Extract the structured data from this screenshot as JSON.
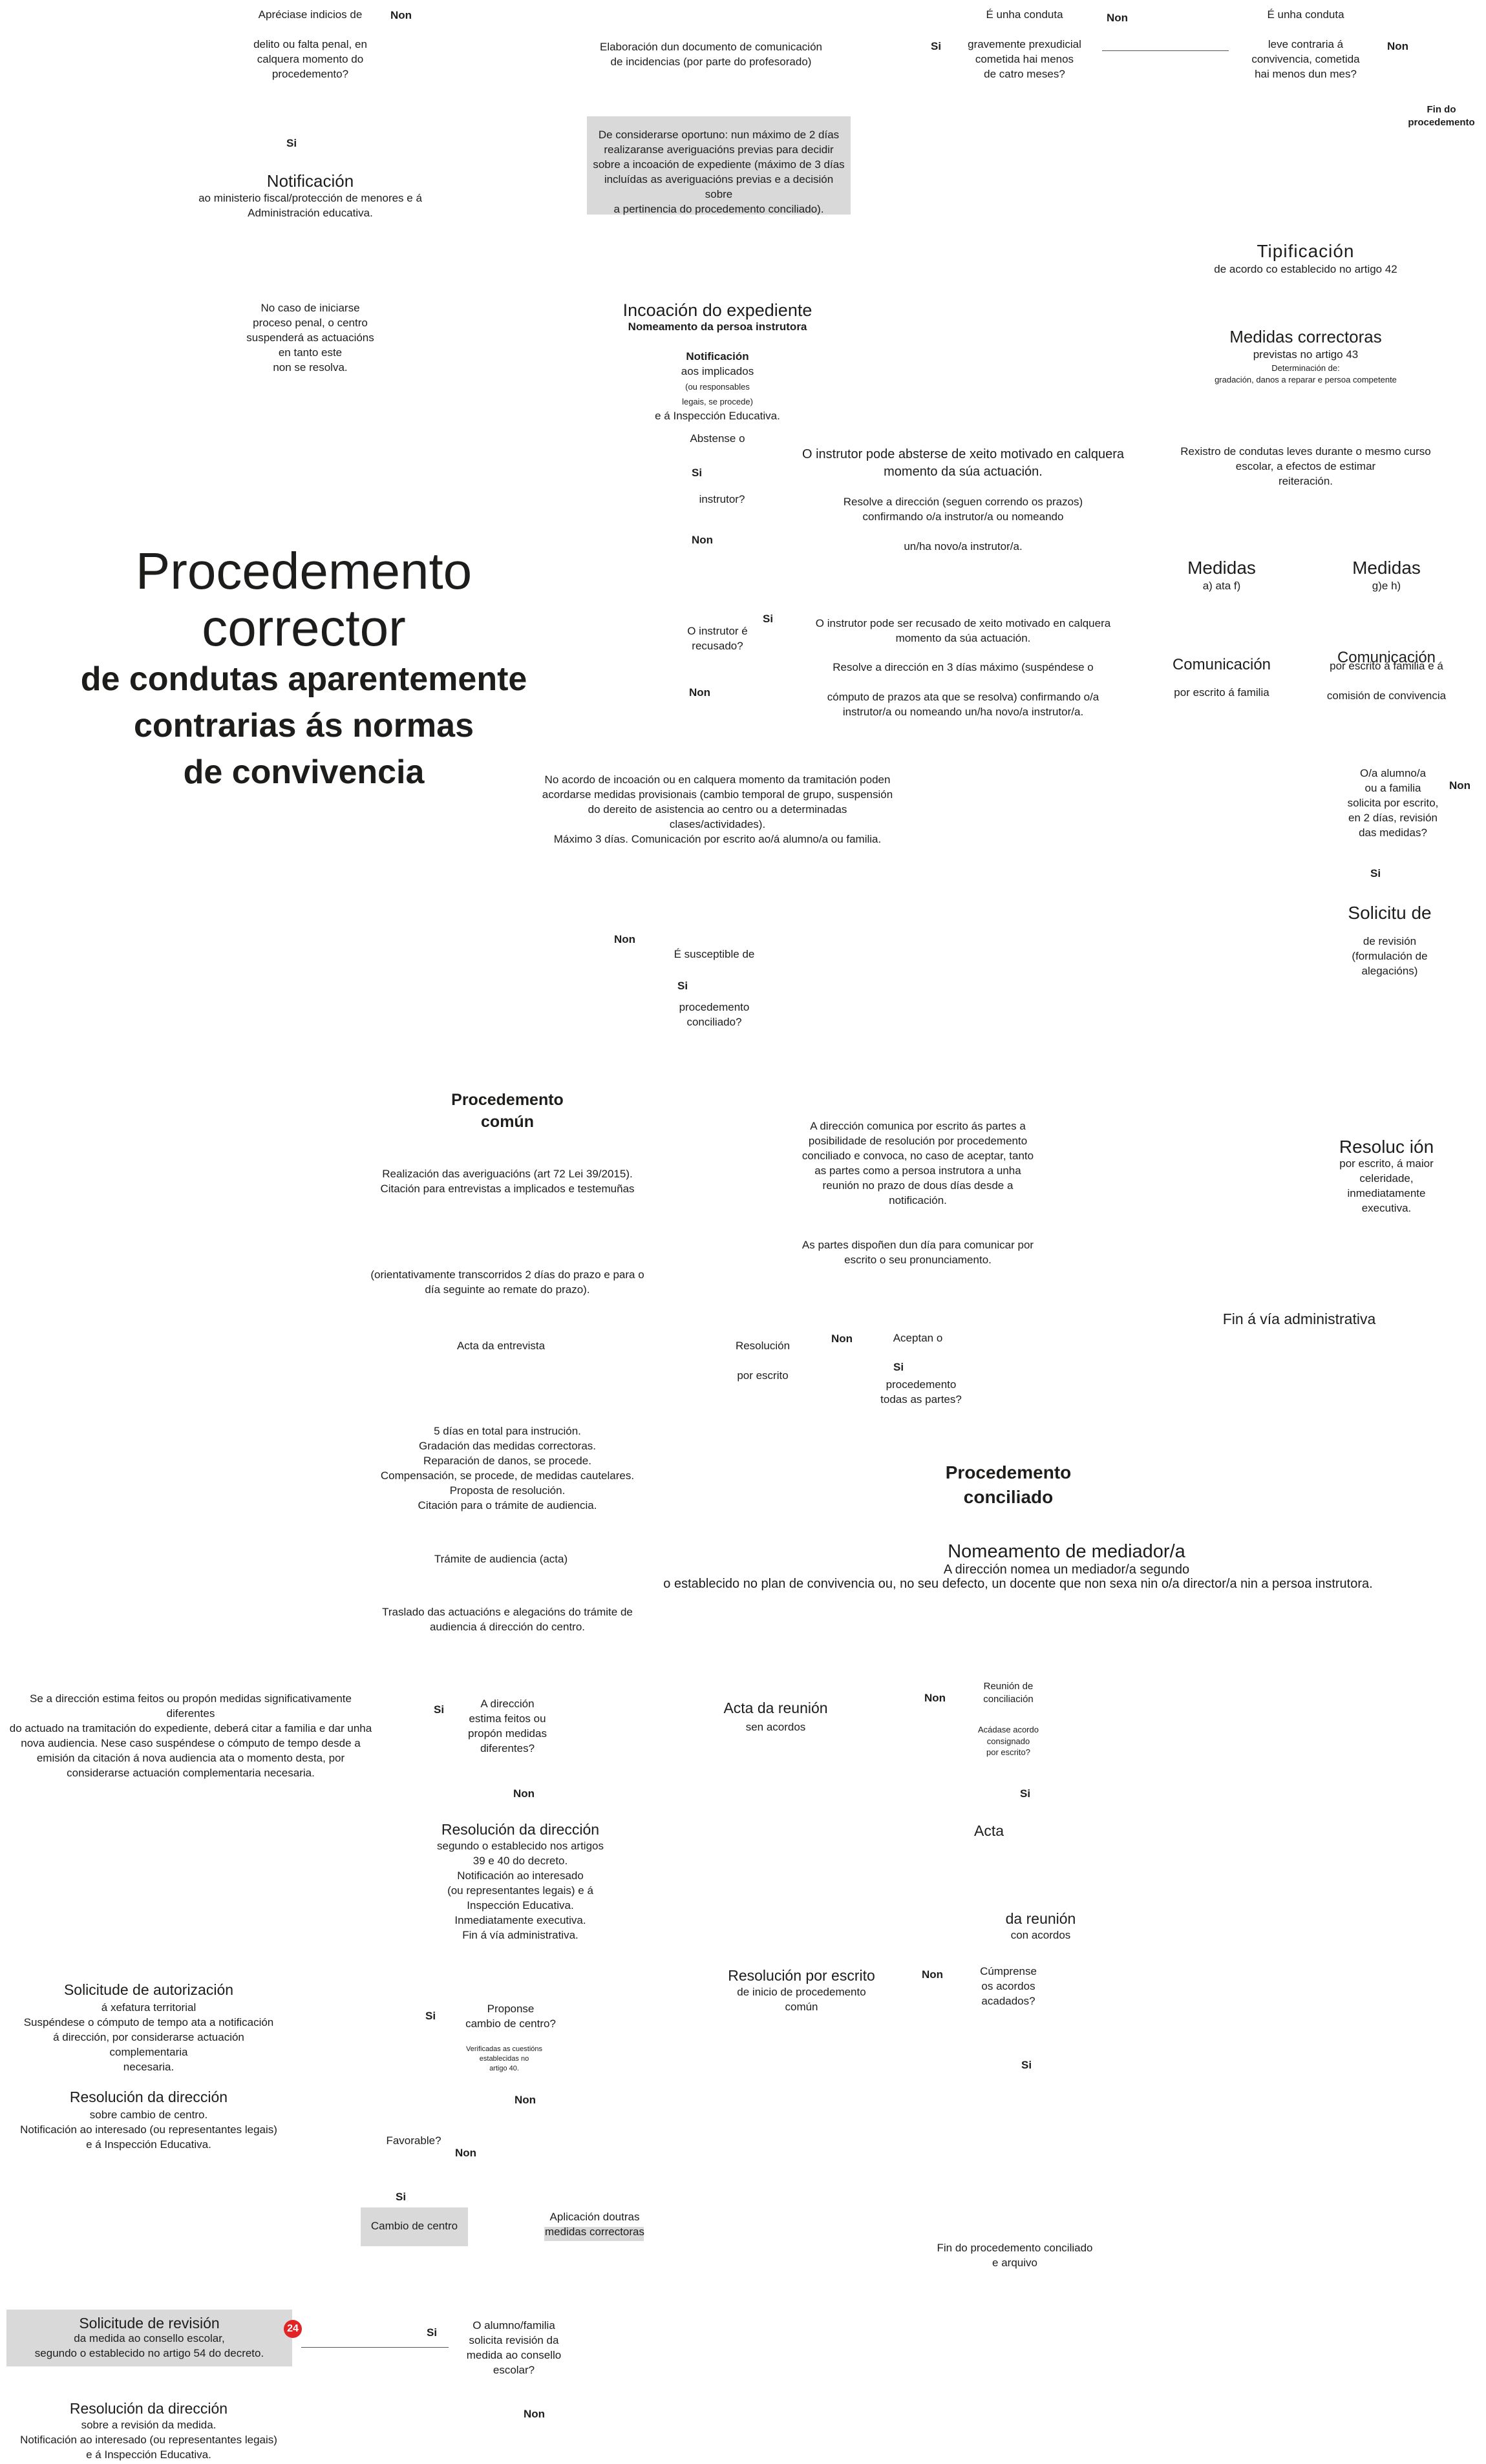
{
  "title": {
    "line1": "Procedemento corrector",
    "line2": "de condutas aparentemente",
    "line3": "contrarias ás normas",
    "line4": "de convivencia"
  },
  "top": {
    "indicios": "Apréciase indicios de\n\ndelito ou falta penal, en\ncalquera momento do\nprocedemento?",
    "indicios_non": "Non",
    "indicios_si": "Si",
    "notificacion_head": "Notificación",
    "notificacion_body": "ao ministerio fiscal/protección de menores e á\nAdministración educativa.",
    "proceso_penal": "No caso de iniciarse\nproceso penal, o centro\nsuspenderá as actuacións\nen tanto este\nnon se resolva.",
    "elaboracion": "Elaboración dun documento de comunicación\nde incidencias (por parte do profesorado)",
    "averiguacions": "De considerarse oportuno: nun máximo de 2 días realizaranse averiguacións previas  para  decidir\nsobre a incoación de expediente (máximo de 3 días\nincluídas as averiguacións previas e a decisión sobre\na pertinencia do procedemento conciliado).",
    "incoacion_head": "Incoación do expediente",
    "incoacion_sub": "Nomeamento da persoa instrutora",
    "incoacion_body_b": "Notificación",
    "incoacion_body": "aos implicados",
    "incoacion_body_sm": "(ou responsables\nlegais, se procede)",
    "incoacion_body2": "e á Inspección Educativa.",
    "grave_si": "Si",
    "grave_q": "É unha conduta\n\ngravemente prexudicial\ncometida hai menos\nde catro meses?",
    "grave_non": "Non",
    "leve_q": "É unha conduta\n\nleve contraria á\nconvivencia, cometida\nhai menos dun mes?",
    "leve_non": "Non",
    "fin": "Fin do\nprocedemento",
    "tipificacion_head": "Tipificación",
    "tipificacion_body": "de acordo co establecido no artigo 42",
    "medidas_head": "Medidas correctoras",
    "medidas_sub": "previstas no artigo 43",
    "medidas_det": "Determinación de:\ngradación, danos a reparar e persoa competente"
  },
  "abstense": {
    "q1": "Abstense o",
    "si": "Si",
    "q2": "instrutor?",
    "non": "Non",
    "text1": "O instrutor pode absterse de xeito motivado en calquera\nmomento da súa actuación.",
    "text2": "Resolve a dirección (seguen correndo os prazos)\nconfirmando o/a instrutor/a ou nomeando\n\nun/ha novo/a instrutor/a."
  },
  "recusado": {
    "q": "O instrutor é\nrecusado?",
    "si": "Si",
    "non": "Non",
    "text1": "O instrutor pode ser recusado de xeito motivado en calquera\nmomento da súa actuación.",
    "text2": "Resolve a dirección en 3 días máximo (suspéndese o\n\ncómputo de prazos ata que se resolva) confirmando o/a\ninstrutor/a ou nomeando un/ha novo/a instrutor/a."
  },
  "rexistro": "Rexistro de condutas leves durante o mesmo curso\nescolar, a efectos de estimar\nreiteración.",
  "medidas_af": {
    "head": "Medidas",
    "sub": "a) ata f)"
  },
  "medidas_gh": {
    "head": "Medidas",
    "sub": "g)e h)"
  },
  "comunicacion1": {
    "head": "Comunicación",
    "sub": "por escrito á familia"
  },
  "comunicacion2": {
    "head": "Comunicación",
    "sub": "por escrito á familia e á\n\ncomisión  de  convivencia"
  },
  "medidas_provisionais": "No acordo de incoación ou en calquera momento da tramitación poden\nacordarse medidas provisionais  (cambio  temporal  de  grupo,  suspensión\ndo dereito de asistencia ao centro ou a determinadas\nclases/actividades).\nMáximo 3 días. Comunicación por escrito ao/á alumno/a ou familia.",
  "revision_q": {
    "q": "O/a alumno/a\nou a familia\nsolicita por escrito,\nen 2 días, revisión\ndas medidas?",
    "non": "Non",
    "si": "Si"
  },
  "solicitude_rev": {
    "head": "Solicitu de",
    "body": "de revisión\n(formulación de\nalegacións)"
  },
  "resolucion_rev": {
    "head": "Resoluc ión",
    "body": "por escrito, á maior\nceleridade,\ninmediatamente\nexecutiva."
  },
  "fin_via": "Fin á vía administrativa",
  "susceptible": {
    "non": "Non",
    "q1": "É susceptible de",
    "si": "Si",
    "q2": "procedemento\nconciliado?"
  },
  "comun": {
    "head": "Procedemento\ncomún",
    "realizacion": "Realización das averiguacións (art 72 Lei 39/2015).\nCitación para entrevistas a implicados e testemuñas",
    "orientativamente": "(orientativamente transcorridos 2 días do prazo e para o\ndía seguinte ao remate do prazo).",
    "acta": "Acta da entrevista",
    "cinco_dias": "5 días en total para instrución.\nGradación das medidas correctoras.\nReparación de danos, se procede.\nCompensación, se procede, de medidas cautelares.\nProposta de resolución.\nCitación para o trámite de audiencia.",
    "tramite": "Trámite de audiencia (acta)",
    "traslado": "Traslado das actuacións e alegacións do trámite de\naudiencia á dirección do centro.",
    "estima": "Se a dirección estima feitos ou propón medidas significativamente diferentes\ndo actuado na tramitación do expediente, deberá citar a familia e dar unha\nnova audiencia. Nese caso suspéndese o cómputo de tempo desde a\nemisión da citación á nova audiencia ata o momento desta, por\nconsiderarse actuación complementaria necesaria.",
    "estima_si": "Si",
    "estima_q": "A dirección\nestima feitos ou\npropón medidas\ndiferentes?",
    "estima_non": "Non",
    "resol_head": "Resolución da dirección",
    "resol_body": "segundo o establecido nos artigos\n39 e 40 do decreto.\nNotificación ao interesado\n(ou representantes legais) e á\nInspección Educativa.\nInmediatamente executiva.\nFin á vía administrativa.",
    "autorizacion_head": "Solicitude de autorización",
    "autorizacion_body": "á xefatura territorial\nSuspéndese o cómputo de tempo ata a notificación\ná dirección, por considerarse actuación complementaria\nnecesaria.",
    "proponse_si": "Si",
    "proponse_q": "Proponse\ncambio de centro?",
    "proponse_note": "Verificadas as cuestións\nestablecidas no\nartigo 40.",
    "proponse_non": "Non",
    "resol2_head": "Resolución da dirección",
    "resol2_body": "sobre cambio de centro.\nNotificación ao interesado (ou representantes legais)\ne á Inspección Educativa.",
    "favorable_q": "Favorable?",
    "favorable_non": "Non",
    "favorable_si": "Si",
    "cambio": "Cambio de centro",
    "aplicacion": "Aplicación doutras\nmedidas  correctoras"
  },
  "revision_consello": {
    "head": "Solicitude de revisión",
    "body": "da medida ao consello escolar,\nsegundo o establecido no artigo 54 do decreto.",
    "badge": "24",
    "si": "Si",
    "q": "O alumno/familia\nsolicita revisión da\nmedida ao consello\nescolar?",
    "non": "Non",
    "resol_head": "Resolución da dirección",
    "resol_body": "sobre a revisión da medida.\nNotificación ao interesado (ou representantes legais)\ne á Inspección Educativa."
  },
  "conciliado": {
    "comunica": "A dirección comunica por escrito ás partes a\nposibilidade de resolución por procedemento\nconciliado e convoca, no caso de aceptar, tanto\nas partes como a persoa instrutora a unha\nreunión no prazo de dous días desde a\nnotificación.",
    "partes": "As partes dispoñen dun día para comunicar por\nescrito o seu pronunciamento.",
    "resol_escrito": "Resolución\n\npor escrito",
    "non": "Non",
    "aceptan_q1": "Aceptan o",
    "aceptan_si": "Si",
    "aceptan_q2": "procedemento\ntodas as partes?",
    "head": "Procedemento\nconciliado",
    "mediador_head": "Nomeamento de mediador/a",
    "mediador_sub": "A dirección nomea un mediador/a segundo",
    "mediador_body": "o establecido no plan de convivencia ou, no seu defecto, un docente que non sexa nin o/a director/a nin a persoa instrutora.",
    "acta_sen_head": "Acta da reunión",
    "acta_sen_sub": "sen acordos",
    "reunion_non": "Non",
    "reunion_q": "Reunión de\nconciliación",
    "reunion_q2": "Acádase acordo\nconsignado\npor escrito?",
    "reunion_si": "Si",
    "acta_con_head1": "Acta",
    "acta_con_head2": "da reunión",
    "acta_con_sub": "con acordos",
    "resol_inicio_head": "Resolución por escrito",
    "resol_inicio_sub": "de inicio de procedemento\ncomún",
    "cumprense_non": "Non",
    "cumprense_q": "Cúmprense\nos  acordos\nacadados?",
    "cumprense_si": "Si",
    "fin": "Fin do procedemento conciliado\ne arquivo"
  }
}
